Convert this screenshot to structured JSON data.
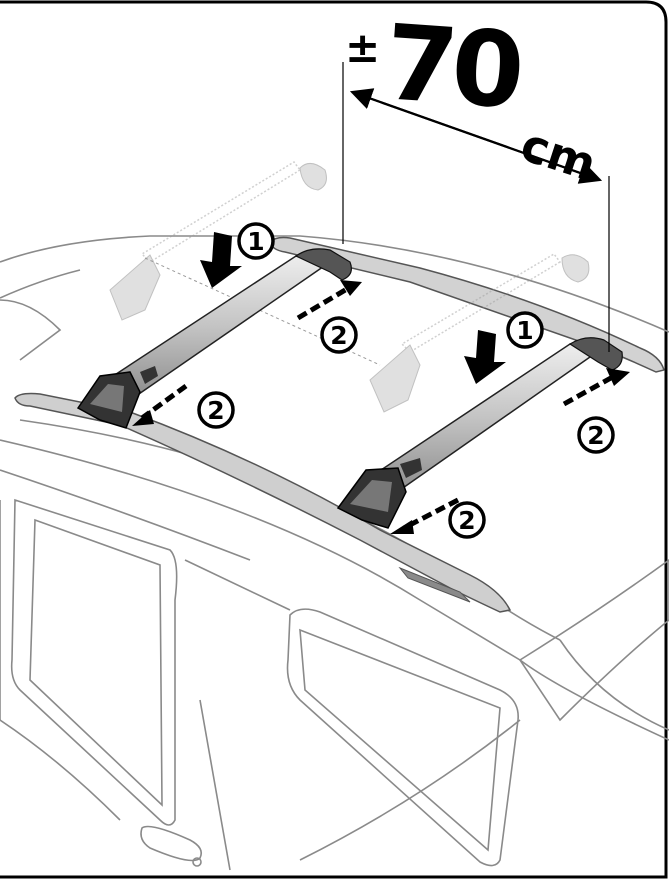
{
  "dimension": {
    "prefix": "±",
    "value": "70",
    "unit": "cm"
  },
  "steps": {
    "lower_bar": "1",
    "slide_foot": "2"
  },
  "colors": {
    "outline": "#000000",
    "car_lines": "#8a8a8a",
    "bar_silver": "#c9c9c9",
    "ghost": "#b5b5b5",
    "rail": "#9a9a9a"
  }
}
